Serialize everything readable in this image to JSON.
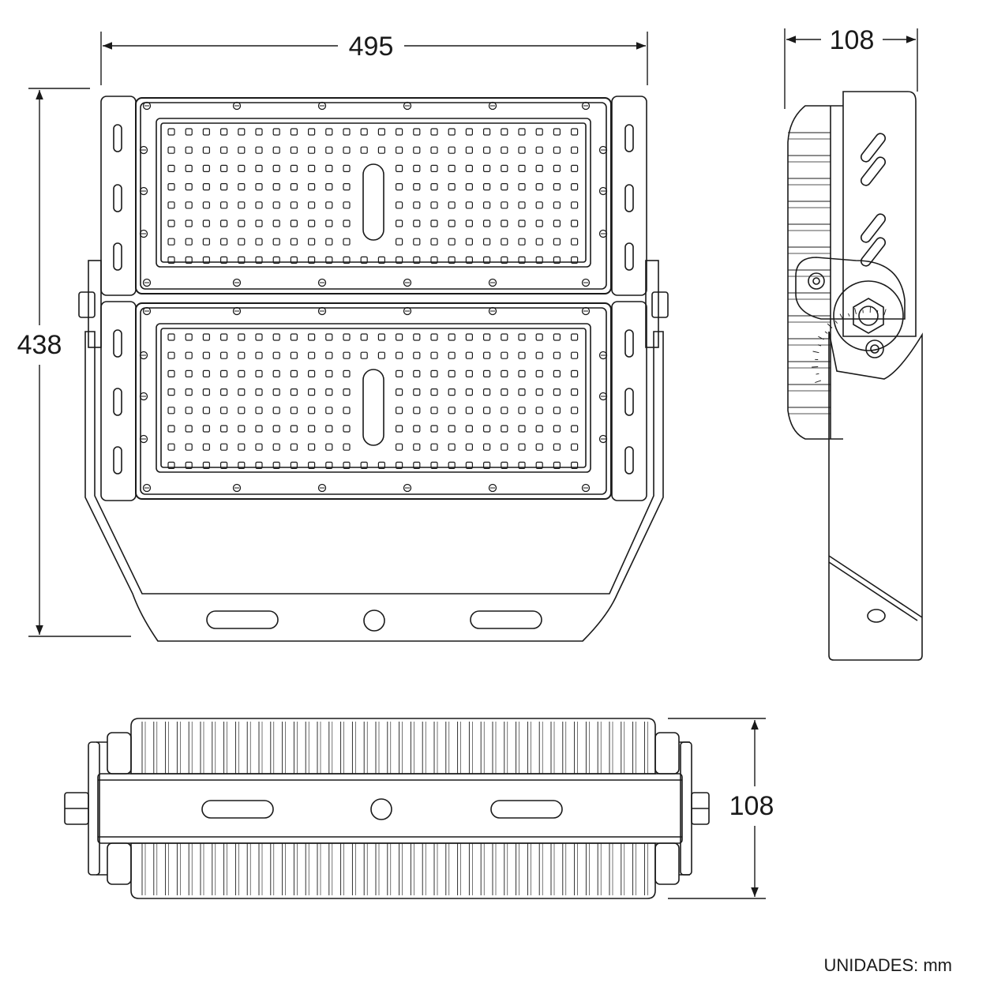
{
  "dimensions": {
    "front_width": "495",
    "front_height": "438",
    "side_depth": "108",
    "bottom_depth": "108"
  },
  "units_note": "UNIDADES: mm",
  "colors": {
    "line": "#1a1a1a",
    "background": "#ffffff"
  }
}
